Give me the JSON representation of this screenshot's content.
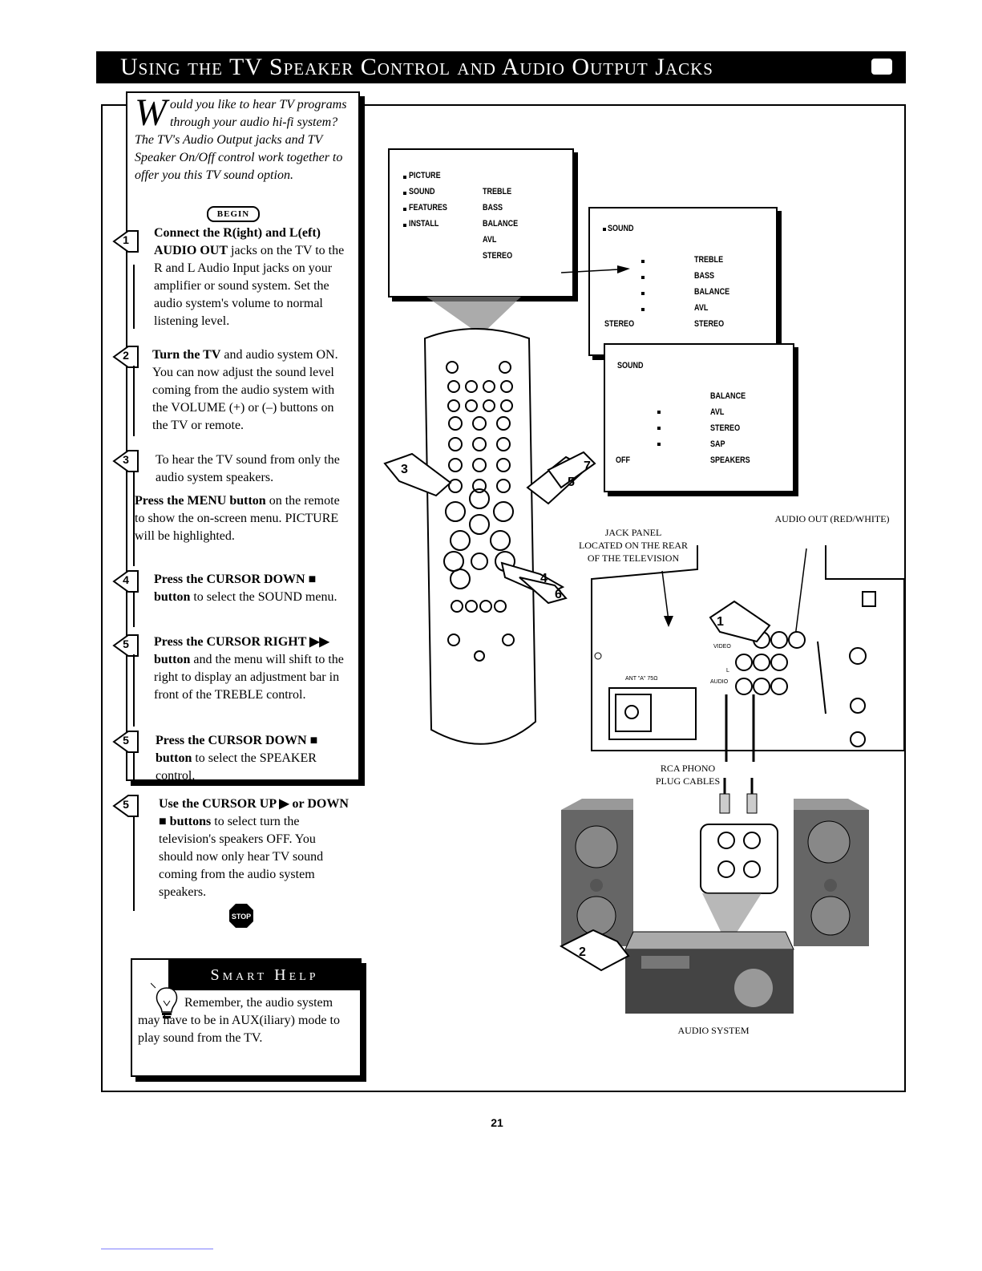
{
  "title": "Using the TV Speaker Control and Audio Output Jacks",
  "intro": {
    "drop_cap": "W",
    "text": "ould you like to hear TV programs through your audio hi-fi system? The TV's Audio Output jacks and TV Speaker On/Off control work together to offer you this TV sound option."
  },
  "begin_badge": "BEGIN",
  "steps": [
    {
      "number": "1",
      "bold": "Connect the R(ight) and L(eft) AUDIO OUT",
      "text": " jacks on the TV to the R and L Audio Input jacks on your amplifier or sound system. Set the audio system's volume to normal listening level."
    },
    {
      "number": "2",
      "bold": "Turn the TV",
      "text": " and audio system ON. You can now adjust the sound level coming from the audio system with the VOLUME (+) or (–) buttons on the TV or remote."
    },
    {
      "number": "3",
      "bold": "",
      "text": "To hear the TV sound from only the audio system speakers."
    },
    {
      "number": "",
      "bold": "Press the MENU button",
      "text": " on the remote to show the on-screen menu. PICTURE will be highlighted."
    },
    {
      "number": "4",
      "bold": "Press the CURSOR DOWN ■ button",
      "text": " to select the SOUND menu."
    },
    {
      "number": "5",
      "bold": "Press the CURSOR RIGHT ▶▶ button",
      "text": " and the menu will shift to the right to display an adjustment bar in front of the TREBLE control."
    },
    {
      "number": "5",
      "bold": "Press the CURSOR DOWN ■ button",
      "text": " to select the SPEAKER control."
    },
    {
      "number": "5",
      "bold": "Use the CURSOR UP ▶ or DOWN ■ buttons",
      "text": " to select turn the television's speakers OFF. You should now only hear TV sound coming from the audio system speakers."
    }
  ],
  "stop_label": "STOP",
  "smart_help": {
    "title": "Smart Help",
    "text": "Remember, the audio system may have to be in AUX(iliary) mode to play sound from the TV."
  },
  "menu1": {
    "left": [
      "PICTURE",
      "SOUND",
      "FEATURES",
      "INSTALL"
    ],
    "right": [
      "TREBLE",
      "BASS",
      "BALANCE",
      "AVL",
      "STEREO"
    ]
  },
  "menu2": {
    "header": "SOUND",
    "right": [
      "TREBLE",
      "BASS",
      "BALANCE",
      "AVL",
      "STEREO"
    ],
    "left_value": "STEREO"
  },
  "menu3": {
    "header": "SOUND",
    "right": [
      "BALANCE",
      "AVL",
      "STEREO",
      "SAP",
      "SPEAKERS"
    ],
    "left_value": "OFF"
  },
  "callouts": {
    "audio_out": "AUDIO OUT (RED/WHITE)",
    "jack_panel": "JACK PANEL\nLOCATED ON THE REAR\nOF THE TELEVISION",
    "rca": "RCA PHONO\nPLUG CABLES",
    "audio_system": "AUDIO SYSTEM"
  },
  "jack_labels": {
    "ant": "ANT \"A\"\n75Ω",
    "video": "VIDEO",
    "audio": "AUDIO",
    "l": "L"
  },
  "arrow_markers": [
    "3",
    "5",
    "7",
    "4",
    "6",
    "1",
    "2"
  ],
  "page_number": "21"
}
